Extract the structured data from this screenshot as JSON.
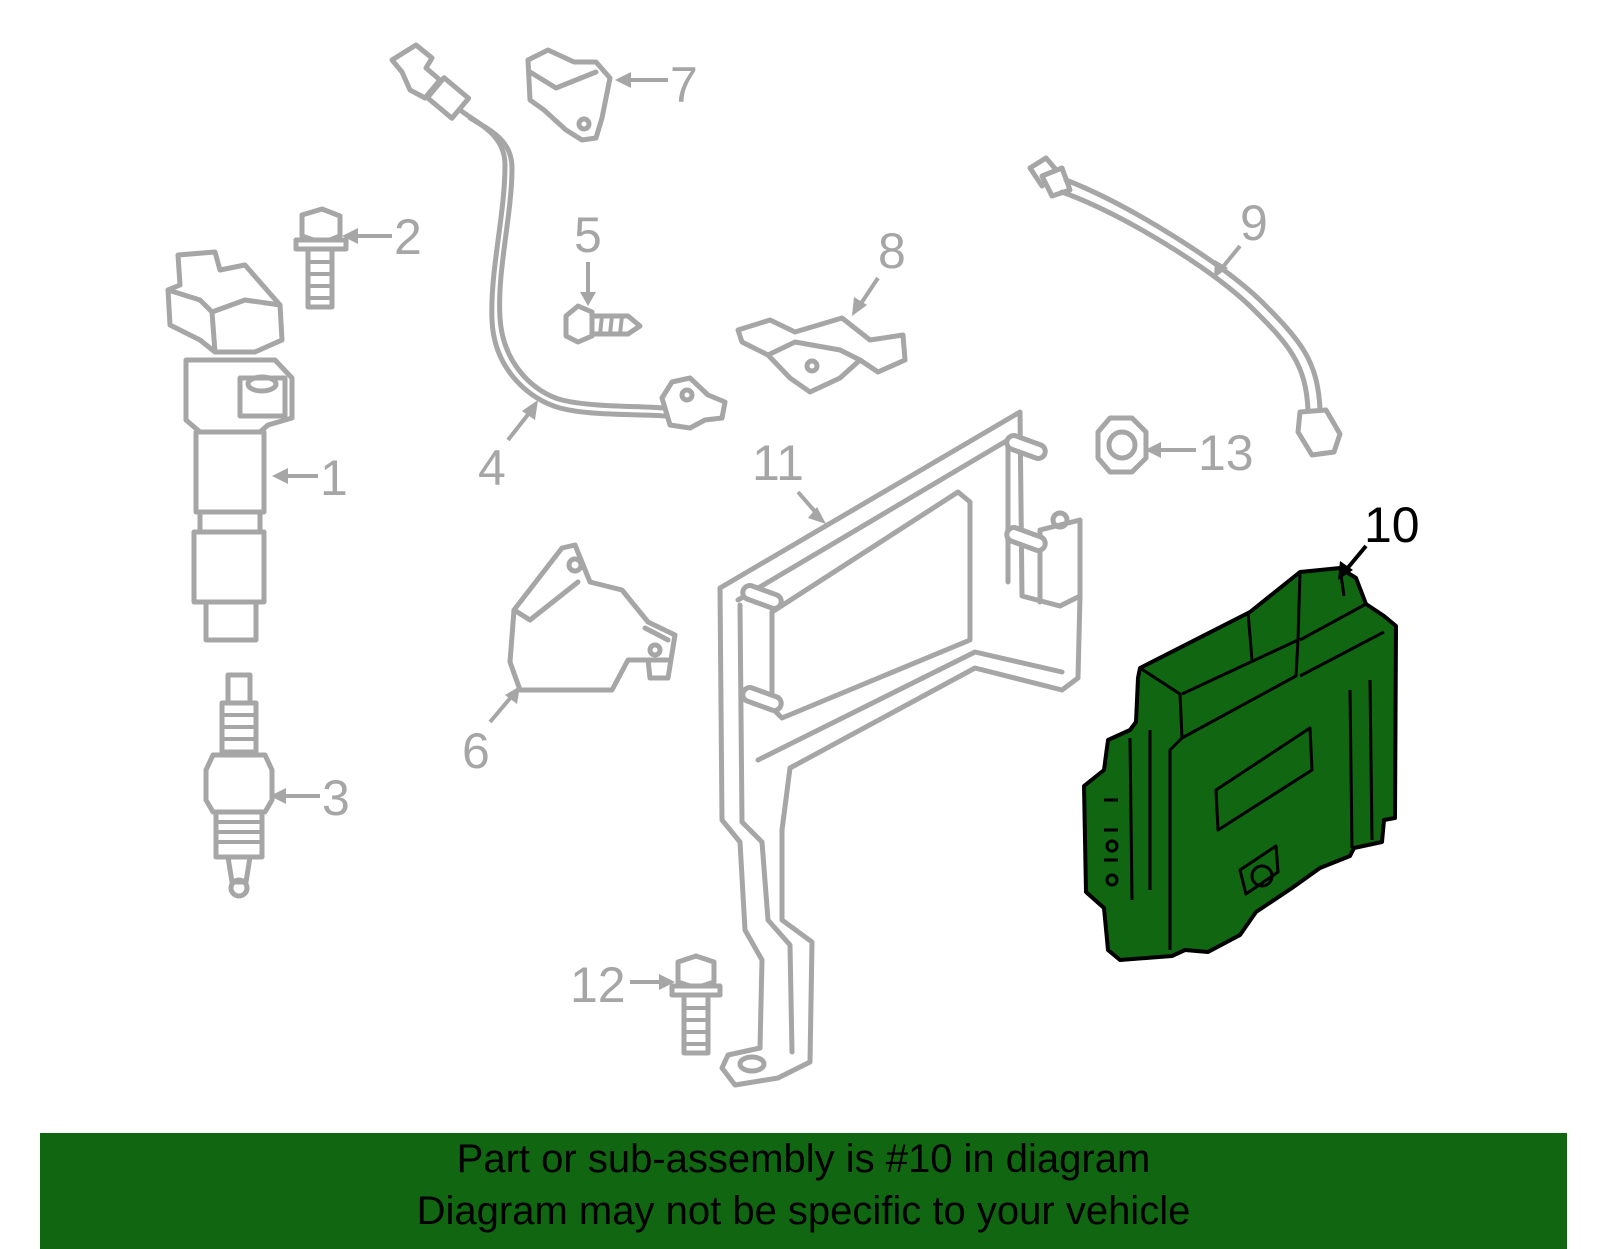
{
  "callouts": [
    {
      "id": 1,
      "label": "1"
    },
    {
      "id": 2,
      "label": "2"
    },
    {
      "id": 3,
      "label": "3"
    },
    {
      "id": 4,
      "label": "4"
    },
    {
      "id": 5,
      "label": "5"
    },
    {
      "id": 6,
      "label": "6"
    },
    {
      "id": 7,
      "label": "7"
    },
    {
      "id": 8,
      "label": "8"
    },
    {
      "id": 9,
      "label": "9"
    },
    {
      "id": 10,
      "label": "10"
    },
    {
      "id": 11,
      "label": "11"
    },
    {
      "id": 12,
      "label": "12"
    },
    {
      "id": 13,
      "label": "13"
    }
  ],
  "highlighted_part": "10",
  "colors": {
    "part_line": "#a6a6a6",
    "highlight_fill": "#116611",
    "highlight_outline": "#000000",
    "banner_bg": "#116611",
    "banner_text": "#000000",
    "background": "#ffffff"
  },
  "banner": {
    "line1": "Part or sub-assembly is #10 in diagram",
    "line2": "Diagram may not be specific to your vehicle"
  }
}
